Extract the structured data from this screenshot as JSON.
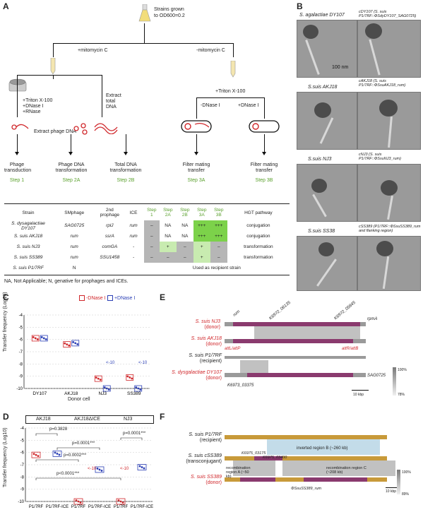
{
  "panels": {
    "a": "A",
    "b": "B",
    "c": "C",
    "d": "D",
    "e": "E",
    "f": "F"
  },
  "panelA": {
    "strains": "Strains grown",
    "od": "to OD600=0.2",
    "mito_plus": "+mitomycin C",
    "mito_minus": "-mitomycin C",
    "triton_left": [
      "+Triton X-100",
      "+DNase I",
      "+RNase"
    ],
    "extract_phage": "Extract phage DNA",
    "extract_total": [
      "Extract",
      "total",
      "DNA"
    ],
    "triton_right": "+Triton X-100",
    "dnase_minus": "-DNase I",
    "dnase_plus": "+DNase I",
    "outcomes": [
      {
        "label": [
          "Phage",
          "transduction"
        ],
        "step": "Step 1"
      },
      {
        "label": [
          "Phage DNA",
          "transformation"
        ],
        "step": "Step 2A"
      },
      {
        "label": [
          "Total DNA",
          "transformation"
        ],
        "step": "Step 2B"
      },
      {
        "label": [
          "Filter mating",
          "transfer"
        ],
        "step": "Step 3A"
      },
      {
        "label": [
          "Filter mating",
          "transfer"
        ],
        "step": "Step 3B"
      }
    ],
    "table": {
      "headers": [
        "Strain",
        "SMphage",
        "2nd prophage",
        "ICE",
        "Step 1",
        "Step 2A",
        "Step 2B",
        "Step 3A",
        "Step 3B",
        "HGT pathway"
      ],
      "rows": [
        {
          "strain": "S. dysagalactiae DY107",
          "sm": "SAG0725",
          "pro": "rplJ",
          "ice": "rum",
          "s1": "–",
          "s2a": "NA",
          "s2b": "NA",
          "s3a": "+++",
          "s3b": "+++",
          "hgt": "conjugation"
        },
        {
          "strain": "S. suis AKJ18",
          "sm": "rum",
          "pro": "ssrA",
          "ice": "rum",
          "s1": "–",
          "s2a": "NA",
          "s2b": "NA",
          "s3a": "+++",
          "s3b": "+++",
          "hgt": "conjugation"
        },
        {
          "strain": "S. suis NJ3",
          "sm": "rum",
          "pro": "comGA",
          "ice": "-",
          "s1": "–",
          "s2a": "+",
          "s2b": "–",
          "s3a": "+",
          "s3b": "–",
          "hgt": "transformation"
        },
        {
          "strain": "S. suis SS389",
          "sm": "rum",
          "pro": "SSU1458",
          "ice": "-",
          "s1": "–",
          "s2a": "–",
          "s2b": "–",
          "s3a": "+",
          "s3b": "–",
          "hgt": "transformation"
        },
        {
          "strain": "S. suis P1/7RF",
          "sm": "N",
          "pro": "",
          "ice": "",
          "recipient": "Used as recipient strain"
        }
      ]
    },
    "footnote": "NA, Not Applicable; N, genative for prophages and ICEs."
  },
  "panelB": {
    "tiles": [
      {
        "left": "S. agalactiae DY107",
        "right": "cDY107 (S. suis P1/7RF::ΦSdyDY107_SAG0725)",
        "scale": "100 nm"
      },
      {
        "left": "S.suis AKJ18",
        "right": "cAKJ18 (S. suis P1/7RF::ΦSsuAKJ18_rum)"
      },
      {
        "left": "S.suis NJ3",
        "right": "cNJ3 (S. suis P1/7RF::ΦSsuNJ3_rum)"
      },
      {
        "left": "S.suis SS38",
        "right": "cSS389 (P1/7RF::ΦSsuSS389_rum and flanking region)"
      }
    ]
  },
  "panelC": {
    "legend": [
      "-DNase I",
      "+DNase I"
    ],
    "ylabel": "Transfer frequency (Log10)",
    "xlabel": "Donor cell",
    "annot": [
      "<-10",
      "<-10"
    ]
  },
  "panelD": {
    "groups": [
      "AKJ18",
      "AKJ18ΔICE",
      "NJ3"
    ],
    "ylabel": "Transfer frequency (Log10)",
    "pvalues": [
      "p=0.3828",
      "p=0.0001***",
      "p=0.0002***",
      "p=0.0001***",
      "p<0.0001***"
    ],
    "annot": [
      "<-10",
      "<-10"
    ]
  },
  "panelE": {
    "strains": [
      {
        "name": "S. suis NJ3",
        "role": "(donor)"
      },
      {
        "name": "S. suis AKJ18",
        "role": "(donor)"
      },
      {
        "name": "S. suis P1/7RF",
        "role": "(recipient)"
      },
      {
        "name": "S. dysgalactiae DY107",
        "role": "(donor)"
      }
    ],
    "genes": [
      "K6972_06135",
      "K6972_05845",
      "rum",
      "rpmA",
      "attL/attP",
      "attR/attB",
      "SAG0725",
      "K6973_03375"
    ],
    "scale": "10 kbp",
    "identity": [
      "100%",
      "78%"
    ]
  },
  "panelF": {
    "strains": [
      {
        "name": "S. suis P1/7RF",
        "role": "(recipient)"
      },
      {
        "name": "S. suis cSS389",
        "role": "(transconjugant)"
      },
      {
        "name": "S. suis SS389",
        "role": "(donor)"
      }
    ],
    "regions": [
      "inverted region B (~260 kb)",
      "recombination region A (~50 kb)",
      "recombination region C (~208 kb)"
    ],
    "genes": [
      "K6975_03175",
      "K6975_03400",
      "ΦSsuSS389_rum"
    ],
    "scale": "10 kbp",
    "identity": [
      "100%",
      "89%"
    ]
  },
  "chart_data": [
    {
      "type": "scatter",
      "panel": "C",
      "ylabel": "Transfer frequency (Log10)",
      "xlabel": "Donor cell",
      "categories": [
        "DY107",
        "AKJ18",
        "NJ3",
        "SS389"
      ],
      "ylim": [
        -10,
        -4
      ],
      "yticks": [
        -4,
        -5,
        -6,
        -7,
        -8,
        -9,
        -10
      ],
      "series": [
        {
          "name": "-DNase I",
          "color": "#d0262a",
          "values": [
            -5.9,
            -6.4,
            -9.2,
            -9.1
          ]
        },
        {
          "name": "+DNase I",
          "color": "#2b3fb5",
          "values": [
            -5.9,
            -6.3,
            -10,
            -10
          ]
        }
      ]
    },
    {
      "type": "scatter",
      "panel": "D",
      "ylabel": "Transfer frequency (Log10)",
      "categories": [
        "P1/7RF",
        "P1/7RF-ICE",
        "P1/7RF",
        "P1/7RF-ICE",
        "P1/7RF",
        "P1/7RF-ICE"
      ],
      "ylim": [
        -10,
        -4
      ],
      "yticks": [
        -4,
        -5,
        -6,
        -7,
        -8,
        -9,
        -10
      ],
      "values": [
        -6.2,
        -6.1,
        -10,
        -7.4,
        -10,
        -7.2
      ],
      "colors": [
        "#d0262a",
        "#2b3fb5",
        "#d0262a",
        "#2b3fb5",
        "#d0262a",
        "#2b3fb5"
      ]
    }
  ]
}
